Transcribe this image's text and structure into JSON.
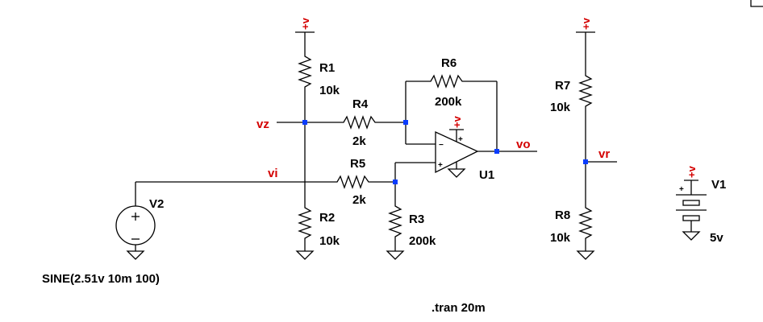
{
  "components": {
    "R1": {
      "name": "R1",
      "value": "10k"
    },
    "R2": {
      "name": "R2",
      "value": "10k"
    },
    "R3": {
      "name": "R3",
      "value": "200k"
    },
    "R4": {
      "name": "R4",
      "value": "2k"
    },
    "R5": {
      "name": "R5",
      "value": "2k"
    },
    "R6": {
      "name": "R6",
      "value": "200k"
    },
    "R7": {
      "name": "R7",
      "value": "10k"
    },
    "R8": {
      "name": "R8",
      "value": "10k"
    },
    "U1": {
      "name": "U1"
    },
    "V1": {
      "name": "V1",
      "value": "5v"
    },
    "V2": {
      "name": "V2",
      "value": "SINE(2.51v 10m 100)"
    }
  },
  "nets": {
    "vz": "vz",
    "vi": "vi",
    "vo": "vo",
    "vr": "vr"
  },
  "power_label": "+v",
  "directive": ".tran 20m",
  "colors": {
    "wire": "#000000",
    "node": "#0a3cff",
    "net_label": "#d40000"
  }
}
